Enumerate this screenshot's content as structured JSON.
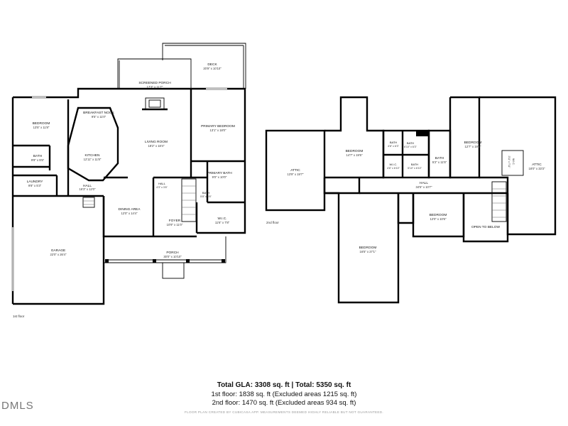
{
  "floor1": {
    "label": "1st floor",
    "rooms": {
      "bedroom": {
        "name": "BEDROOM",
        "dim": "13'5\" x 11'8\""
      },
      "bath": {
        "name": "BATH",
        "dim": "9'8\" x 5'5\""
      },
      "laundry": {
        "name": "LAUNDRY",
        "dim": "9'8\" x 5'3\""
      },
      "hall": {
        "name": "HALL",
        "dim": "16'3\" x 12'0\""
      },
      "garage": {
        "name": "GARAGE",
        "dim": "22'0\" x 26'4\""
      },
      "breakfast": {
        "name": "BREAKFAST NOOK",
        "dim": "9'5\" x 11'0\""
      },
      "kitchen": {
        "name": "KITCHEN",
        "dim": "12'11\" x 11'8\""
      },
      "screened": {
        "name": "SCREENED PORCH",
        "dim": "17'3\" x 11'7\""
      },
      "deck": {
        "name": "DECK",
        "dim": "20'9\" x 10'10\""
      },
      "living": {
        "name": "LIVING ROOM",
        "dim": "18'2\" x 18'4\""
      },
      "primaryBed": {
        "name": "PRIMARY BEDROOM",
        "dim": "13'1\" x 18'0\""
      },
      "primaryBath": {
        "name": "PRIMARY BATH",
        "dim": "9'0\" x 10'0\""
      },
      "bath2": {
        "name": "BATH",
        "dim": "5'8\" x 5'6\""
      },
      "wic": {
        "name": "W.I.C.",
        "dim": "11'6\" x 7'8\""
      },
      "hall2": {
        "name": "HALL",
        "dim": "4'3\" x 3'6\""
      },
      "dining": {
        "name": "DINING AREA",
        "dim": "12'0\" x 14'4\""
      },
      "foyer": {
        "name": "FOYER",
        "dim": "10'9\" x 11'0\""
      },
      "porch": {
        "name": "PORCH",
        "dim": "30'0\" x 10'10\""
      }
    }
  },
  "floor2": {
    "label": "2nd floor",
    "rooms": {
      "atticL": {
        "name": "ATTIC",
        "dim": "13'9\" x 19'7\""
      },
      "bedroomA": {
        "name": "BEDROOM",
        "dim": "14'7\" x 19'5\""
      },
      "bathA": {
        "name": "BATH",
        "dim": "4'8\" x 6'3\""
      },
      "bathB": {
        "name": "BATH",
        "dim": "6'10\" x 6'3\""
      },
      "wicA": {
        "name": "W.I.C.",
        "dim": "4'6\" x 6'10\""
      },
      "bathC": {
        "name": "BATH",
        "dim": "5'10\" x 6'10\""
      },
      "bathD": {
        "name": "BATH",
        "dim": "5'2\" x 11'5\""
      },
      "bedroomB": {
        "name": "BEDROOM",
        "dim": "12'7\" x 19'5\""
      },
      "wicB": {
        "name": "W.I.C.",
        "dim": "2'11\" x 7'11\""
      },
      "atticR": {
        "name": "ATTIC",
        "dim": "18'0\" x 33'3\""
      },
      "hall": {
        "name": "HALL",
        "dim": "34'5\" x 10'7\""
      },
      "bedroomC": {
        "name": "BEDROOM",
        "dim": "12'0\" x 10'6\""
      },
      "bedroomD": {
        "name": "BEDROOM",
        "dim": "16'5\" x 27'1\""
      },
      "open": {
        "name": "OPEN TO BELOW",
        "dim": ""
      }
    }
  },
  "summary": {
    "total": "Total GLA: 3308 sq. ft | Total: 5350 sq. ft",
    "floor1": "1st floor: 1838 sq. ft (Excluded areas 1215 sq. ft)",
    "floor2": "2nd floor: 1470 sq. ft (Excluded areas 934 sq. ft)",
    "disclaimer": "FLOOR PLAN CREATED BY CUBICASA APP. MEASUREMENTS DEEMED HIGHLY RELIABLE BUT NOT GUARANTEED."
  },
  "logo": "DMLS"
}
